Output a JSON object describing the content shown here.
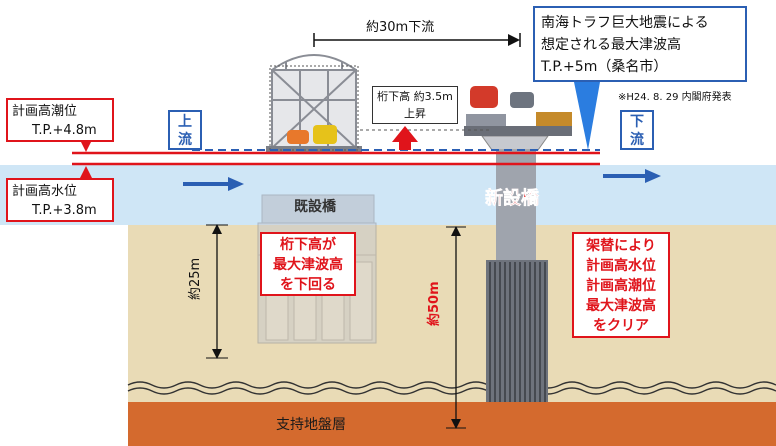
{
  "top": {
    "distance_label": "約30m下流"
  },
  "tsunami_box": {
    "line1": "南海トラフ巨大地震による",
    "line2": "想定される最大津波高",
    "line3": "T.P.+5m（桑名市）"
  },
  "source_note": "※H24. 8. 29 内閣府発表",
  "high_tide_box": {
    "title": "計画高潮位",
    "value": "T.P.+4.8m"
  },
  "high_water_box": {
    "title": "計画高水位",
    "value": "T.P.+3.8m"
  },
  "upstream_label": "上流",
  "downstream_label": "下流",
  "clearance_box": {
    "line1": "桁下高 約3.5m",
    "line2": "上昇"
  },
  "existing_bridge_label": "既設橋",
  "new_bridge_label": "新設橋",
  "existing_clearance_note": {
    "line1": "桁下高が",
    "line2": "最大津波高",
    "line3": "を下回る"
  },
  "new_bridge_note": {
    "line1": "架替により",
    "line2": "計画高水位",
    "line3": "計画高潮位",
    "line4": "最大津波高",
    "line5": "をクリア"
  },
  "depth_25": "約25m",
  "depth_50": "約50m",
  "bearing_layer_label": "支持地盤層",
  "colors": {
    "water": "#cfe6f6",
    "soil": "#e9dbb6",
    "bearing": "#d46a2e",
    "red": "#e0141b",
    "blue": "#2b5fb3"
  }
}
